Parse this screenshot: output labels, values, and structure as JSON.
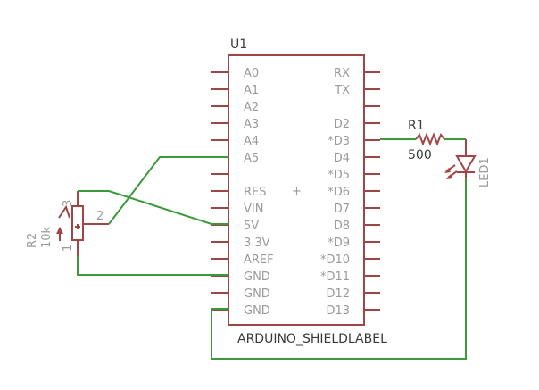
{
  "colors": {
    "component": "#a04545",
    "wire": "#3a9a3a",
    "label_gray": "#9a9a9a",
    "label_dark": "#3a3a3a",
    "background": "#ffffff"
  },
  "u1": {
    "name": "U1",
    "label": "ARDUINO_SHIELDLABEL",
    "center_mark": "+",
    "left_pins": [
      "A0",
      "A1",
      "A2",
      "A3",
      "A4",
      "A5",
      "",
      "RES",
      "VIN",
      "5V",
      "3.3V",
      "AREF",
      "GND",
      "GND",
      "GND"
    ],
    "right_pins": [
      "RX",
      "TX",
      "",
      "D2",
      "*D3",
      "D4",
      "*D5",
      "*D6",
      "D7",
      "D8",
      "*D9",
      "*D10",
      "*D11",
      "D12",
      "D13"
    ]
  },
  "r1": {
    "name": "R1",
    "value": "500"
  },
  "r2": {
    "name": "R2",
    "value": "10k",
    "pin1": "1",
    "pin2": "2",
    "pin3": "3"
  },
  "led1": {
    "name": "LED1"
  }
}
